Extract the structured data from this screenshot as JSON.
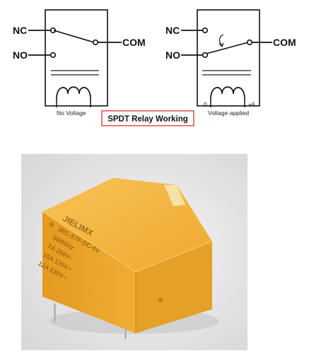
{
  "diagram": {
    "title": "SPDT Relay Working",
    "title_border_color": "#d9302c",
    "left_relay": {
      "nc_label": "NC",
      "no_label": "NO",
      "com_label": "COM",
      "caption": "No Voltage"
    },
    "right_relay": {
      "nc_label": "NC",
      "no_label": "NO",
      "com_label": "COM",
      "caption": "Voltage applied",
      "terminal_left": "0",
      "terminal_right": "+6"
    }
  },
  "photo": {
    "brand": "JIELIMX",
    "model": "JRC-S7F-DC-6V",
    "lines": [
      "50/60Hz",
      "7A 250V~",
      "10A 125V~",
      "12A 120V~"
    ],
    "relay_color": "#f2b03a",
    "background_color": "#ececec"
  }
}
